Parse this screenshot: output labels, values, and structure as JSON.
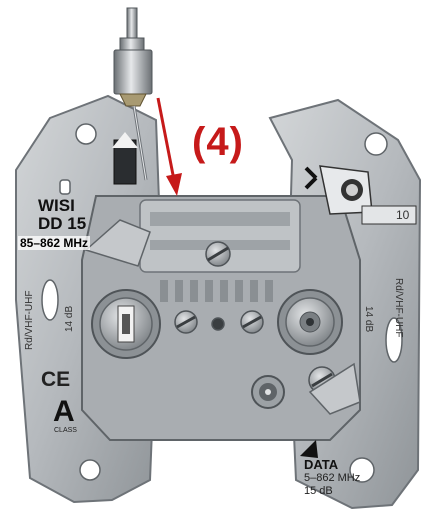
{
  "step_label": "(4)",
  "brand": {
    "line1": "WISI",
    "line2": "DD 15",
    "frequency": "85–862 MHz"
  },
  "markings": {
    "left_band": "Rd/VHF-UHF",
    "left_db": "14 dB",
    "right_band": "Rd/VHF-UHF",
    "right_db": "14 dB",
    "ce": "CE",
    "class_letter": "A",
    "class_label": "CLASS",
    "cable_gauge": "10"
  },
  "data_port": {
    "title": "DATA",
    "frequency": "5–862 MHz",
    "level": "15 dB"
  },
  "colors": {
    "metal": "#b8bcc0",
    "metal_dark": "#6e7378",
    "arrow_red": "#c61a1a",
    "brass": "#a89a72"
  }
}
